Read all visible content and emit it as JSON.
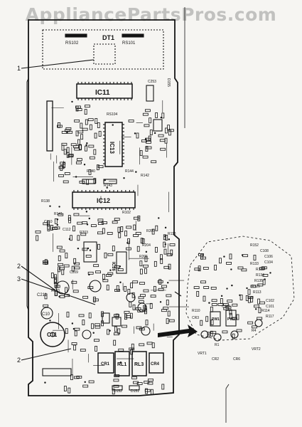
{
  "watermark": "AppliancePartsPros.com",
  "colors": {
    "ink": "#141414",
    "paper": "#f6f5f2"
  },
  "labels": {
    "dt1": "DT1",
    "rs102": "RS102",
    "rs101": "RS101",
    "ic11": "IC11",
    "ic13": "IC13",
    "ic12": "IC12",
    "c11": "C11",
    "c10": "C10",
    "cr1": "CR1",
    "rl1": "RL1",
    "rl3": "RL3",
    "cr4": "CR4",
    "c253": "C253",
    "d155": "D155",
    "r140": "R140",
    "r144": "R144",
    "r142": "R142",
    "r143": "R143",
    "r138": "R138",
    "r141": "R141",
    "r102": "R102",
    "rs104": "RS104",
    "c110": "C110",
    "c112": "C112",
    "r118": "R118",
    "r209": "R209",
    "r203": "R203",
    "r204": "R204",
    "r205": "R205",
    "c204": "C204",
    "c209": "C209",
    "c211": "C211",
    "r123": "R123",
    "r128": "R128",
    "c10x": "C106",
    "r115": "R115",
    "d152": "D152",
    "d151": "D151",
    "r132": "R132",
    "r134": "R134",
    "r135": "R135",
    "r129": "R129",
    "r113": "R113",
    "r114": "R114",
    "r117": "R117",
    "r119": "R119",
    "c108": "C108",
    "c104": "C104",
    "c102": "C102",
    "c101": "C101",
    "vr1": "VRT1",
    "vr2": "VRT2",
    "cr2": "CR2",
    "cr6": "CR6",
    "r4": "R4",
    "r1": "R1",
    "r110": "R110",
    "cr3": "CR3",
    "pw1": "PW1",
    "pw2": "PW2",
    "ic16": "IC16",
    "c106": "C106",
    "c107": "C107",
    "r152": "R152",
    "c103": "C103",
    "r133": "R133",
    "q9": "Q9",
    "r126": "R126",
    "r125": "R125",
    "d126": "D126",
    "r158": "R158",
    "d120": "D120"
  },
  "callouts": [
    "1",
    "2",
    "3",
    "2"
  ]
}
